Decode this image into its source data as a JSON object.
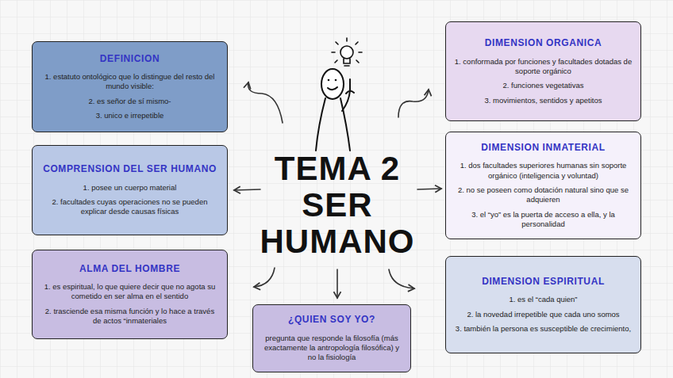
{
  "diagram": {
    "title": "TEMA 2 SER HUMANO",
    "nodes": [
      {
        "text": [
          "DEFINICION",
          "1. estatuto ontológico que lo distingue del resto del mundo visible:",
          "2. es señor de sí mismo-",
          "3. unico e irrepetible"
        ]
      },
      {
        "text": [
          "COMPRENSION DEL SER HUMANO",
          "1. posee un cuerpo material",
          "2. facultades cuyas operaciones no se pueden explicar desde causas físicas"
        ]
      },
      {
        "text": [
          "ALMA DEL HOMBRE",
          "1. es espiritual, lo que quiere decir que no agota su cometido en ser alma en el sentido",
          "2. trasciende esa misma función y lo hace a través de actos “inmateriales"
        ]
      },
      {
        "text": [
          "¿QUIEN SOY YO?",
          "pregunta que responde la filosofía (más exactamente la antropología filosófica) y no la fisiología"
        ]
      },
      {
        "text": [
          "DIMENSION ORGANICA",
          "1. conformada por funciones y facultades dotadas de soporte orgánico",
          "2. funciones vegetativas",
          "3. movimientos, sentidos y apetitos"
        ]
      },
      {
        "text": [
          "DIMENSION INMATERIAL",
          "1. dos facultades superiores humanas sin soporte orgánico (inteligencia y voluntad)",
          "2. no se poseen como dotación natural sino que se adquieren",
          "3. el “yo” es la puerta de acceso a ella, y la personalidad"
        ]
      },
      {
        "text": [
          "DIMENSION ESPIRITUAL",
          "1. es el “cada quien”",
          "2. la novedad irrepetible que cada uno somos",
          "3. también la persona es susceptible de crecimiento,"
        ]
      }
    ]
  }
}
